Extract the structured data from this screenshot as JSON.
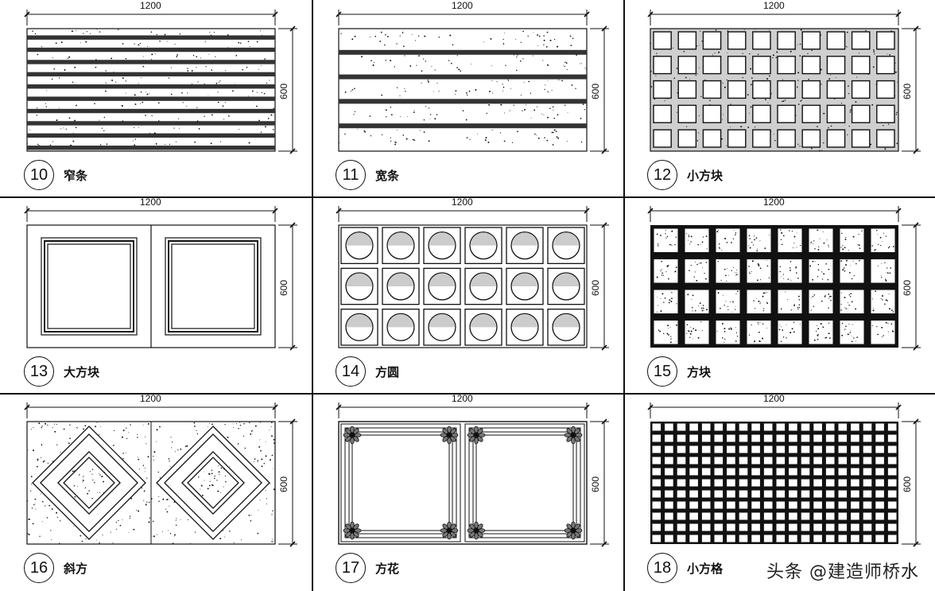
{
  "dimension_width": "1200",
  "dimension_height": "600",
  "panels": [
    {
      "number": "10",
      "name": "窄条",
      "pattern": "narrow-strips"
    },
    {
      "number": "11",
      "name": "宽条",
      "pattern": "wide-strips"
    },
    {
      "number": "12",
      "name": "小方块",
      "pattern": "small-squares"
    },
    {
      "number": "13",
      "name": "大方块",
      "pattern": "large-squares"
    },
    {
      "number": "14",
      "name": "方圆",
      "pattern": "square-circle"
    },
    {
      "number": "15",
      "name": "方块",
      "pattern": "squares-dotted"
    },
    {
      "number": "16",
      "name": "斜方",
      "pattern": "diagonal-squares"
    },
    {
      "number": "17",
      "name": "方花",
      "pattern": "ornate-frames"
    },
    {
      "number": "18",
      "name": "小方格",
      "pattern": "small-grid"
    }
  ],
  "watermark": "头条 @建造师桥水",
  "colors": {
    "line": "#111111",
    "paper": "#ffffff"
  }
}
